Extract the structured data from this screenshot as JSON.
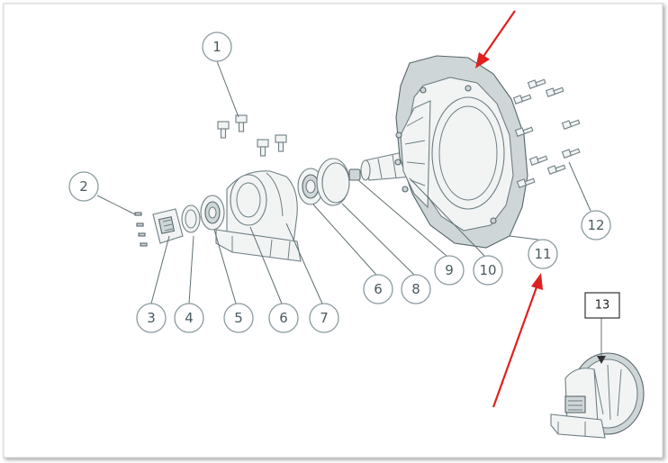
{
  "callouts": {
    "c1": "1",
    "c2": "2",
    "c3": "3",
    "c4": "4",
    "c5": "5",
    "c6a": "6",
    "c7": "7",
    "c6b": "6",
    "c8": "8",
    "c9": "9",
    "c10": "10",
    "c11": "11",
    "c12": "12",
    "c13": "13"
  },
  "colors": {
    "arrow": "#e02020",
    "line_art": "#6f7f84",
    "callout_text": "#4a5a60"
  }
}
